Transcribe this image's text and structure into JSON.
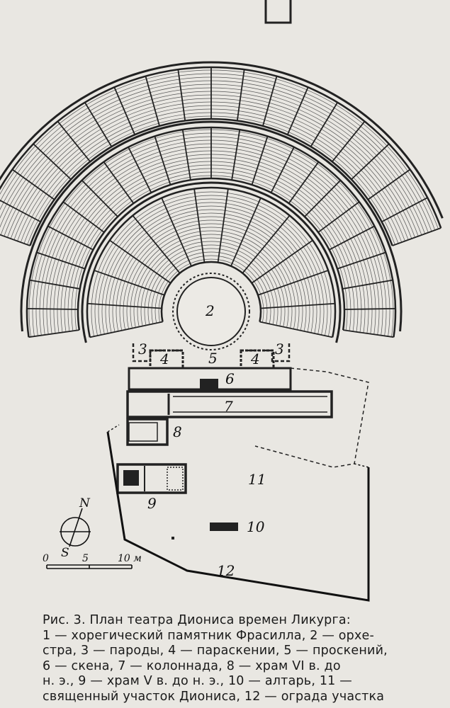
{
  "figure": {
    "labels": {
      "orchestra": "2",
      "parodos_left": "3",
      "parodos_right": "3",
      "paraskenion_left": "4",
      "paraskenion_right": "4",
      "proskenion": "5",
      "skene": "6",
      "colonnade": "7",
      "temple_vi": "8",
      "temple_v": "9",
      "altar": "10",
      "sanctuary": "11",
      "enclosure": "12"
    },
    "compass": {
      "north": "N",
      "south": "S"
    },
    "scale": {
      "zero": "0",
      "five": "5",
      "ten": "10 м"
    }
  },
  "caption": {
    "lines": [
      "Рис. 3. План театра Диониса времен Ликурга:",
      "1 — хорегический памятник Фрасилла, 2 — орхе-",
      "стра, 3 — пароды, 4 — параскении, 5 — проскений,",
      "6 — скена, 7 — колоннада, 8 — храм VI в. до",
      "н. э., 9 — храм V в. до н. э., 10 — алтарь, 11 —",
      "священный участок Диониса, 12 — ограда участка"
    ]
  }
}
